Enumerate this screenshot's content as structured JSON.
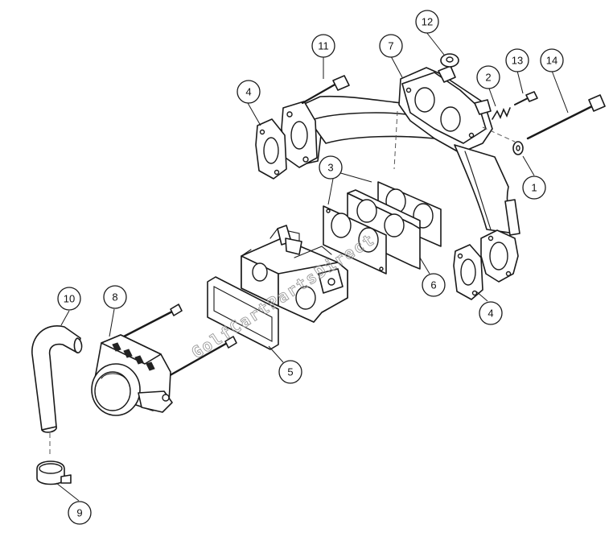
{
  "diagram": {
    "callouts": [
      {
        "id": "c1",
        "label": "1"
      },
      {
        "id": "c2",
        "label": "2"
      },
      {
        "id": "c3",
        "label": "3"
      },
      {
        "id": "c4a",
        "label": "4"
      },
      {
        "id": "c4b",
        "label": "4"
      },
      {
        "id": "c5",
        "label": "5"
      },
      {
        "id": "c6",
        "label": "6"
      },
      {
        "id": "c7",
        "label": "7"
      },
      {
        "id": "c8",
        "label": "8"
      },
      {
        "id": "c9",
        "label": "9"
      },
      {
        "id": "c10",
        "label": "10"
      },
      {
        "id": "c11",
        "label": "11"
      },
      {
        "id": "c12",
        "label": "12"
      },
      {
        "id": "c13",
        "label": "13"
      },
      {
        "id": "c14",
        "label": "14"
      }
    ],
    "watermark": "GolfCartPartsDirect"
  }
}
